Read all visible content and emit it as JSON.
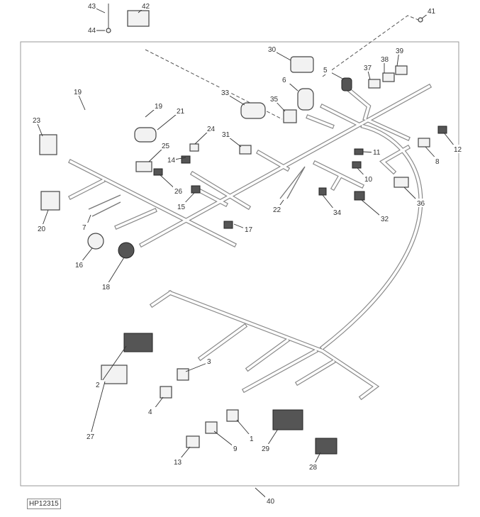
{
  "figure_id": "HP12315",
  "callouts": [
    "43",
    "42",
    "44",
    "41",
    "30",
    "5",
    "37",
    "38",
    "39",
    "6",
    "33",
    "35",
    "19",
    "19",
    "21",
    "23",
    "12",
    "24",
    "31",
    "25",
    "11",
    "8",
    "14",
    "10",
    "26",
    "15",
    "36",
    "22",
    "34",
    "32",
    "20",
    "7",
    "17",
    "16",
    "18",
    "2",
    "3",
    "27",
    "4",
    "1",
    "9",
    "29",
    "13",
    "28",
    "40"
  ]
}
